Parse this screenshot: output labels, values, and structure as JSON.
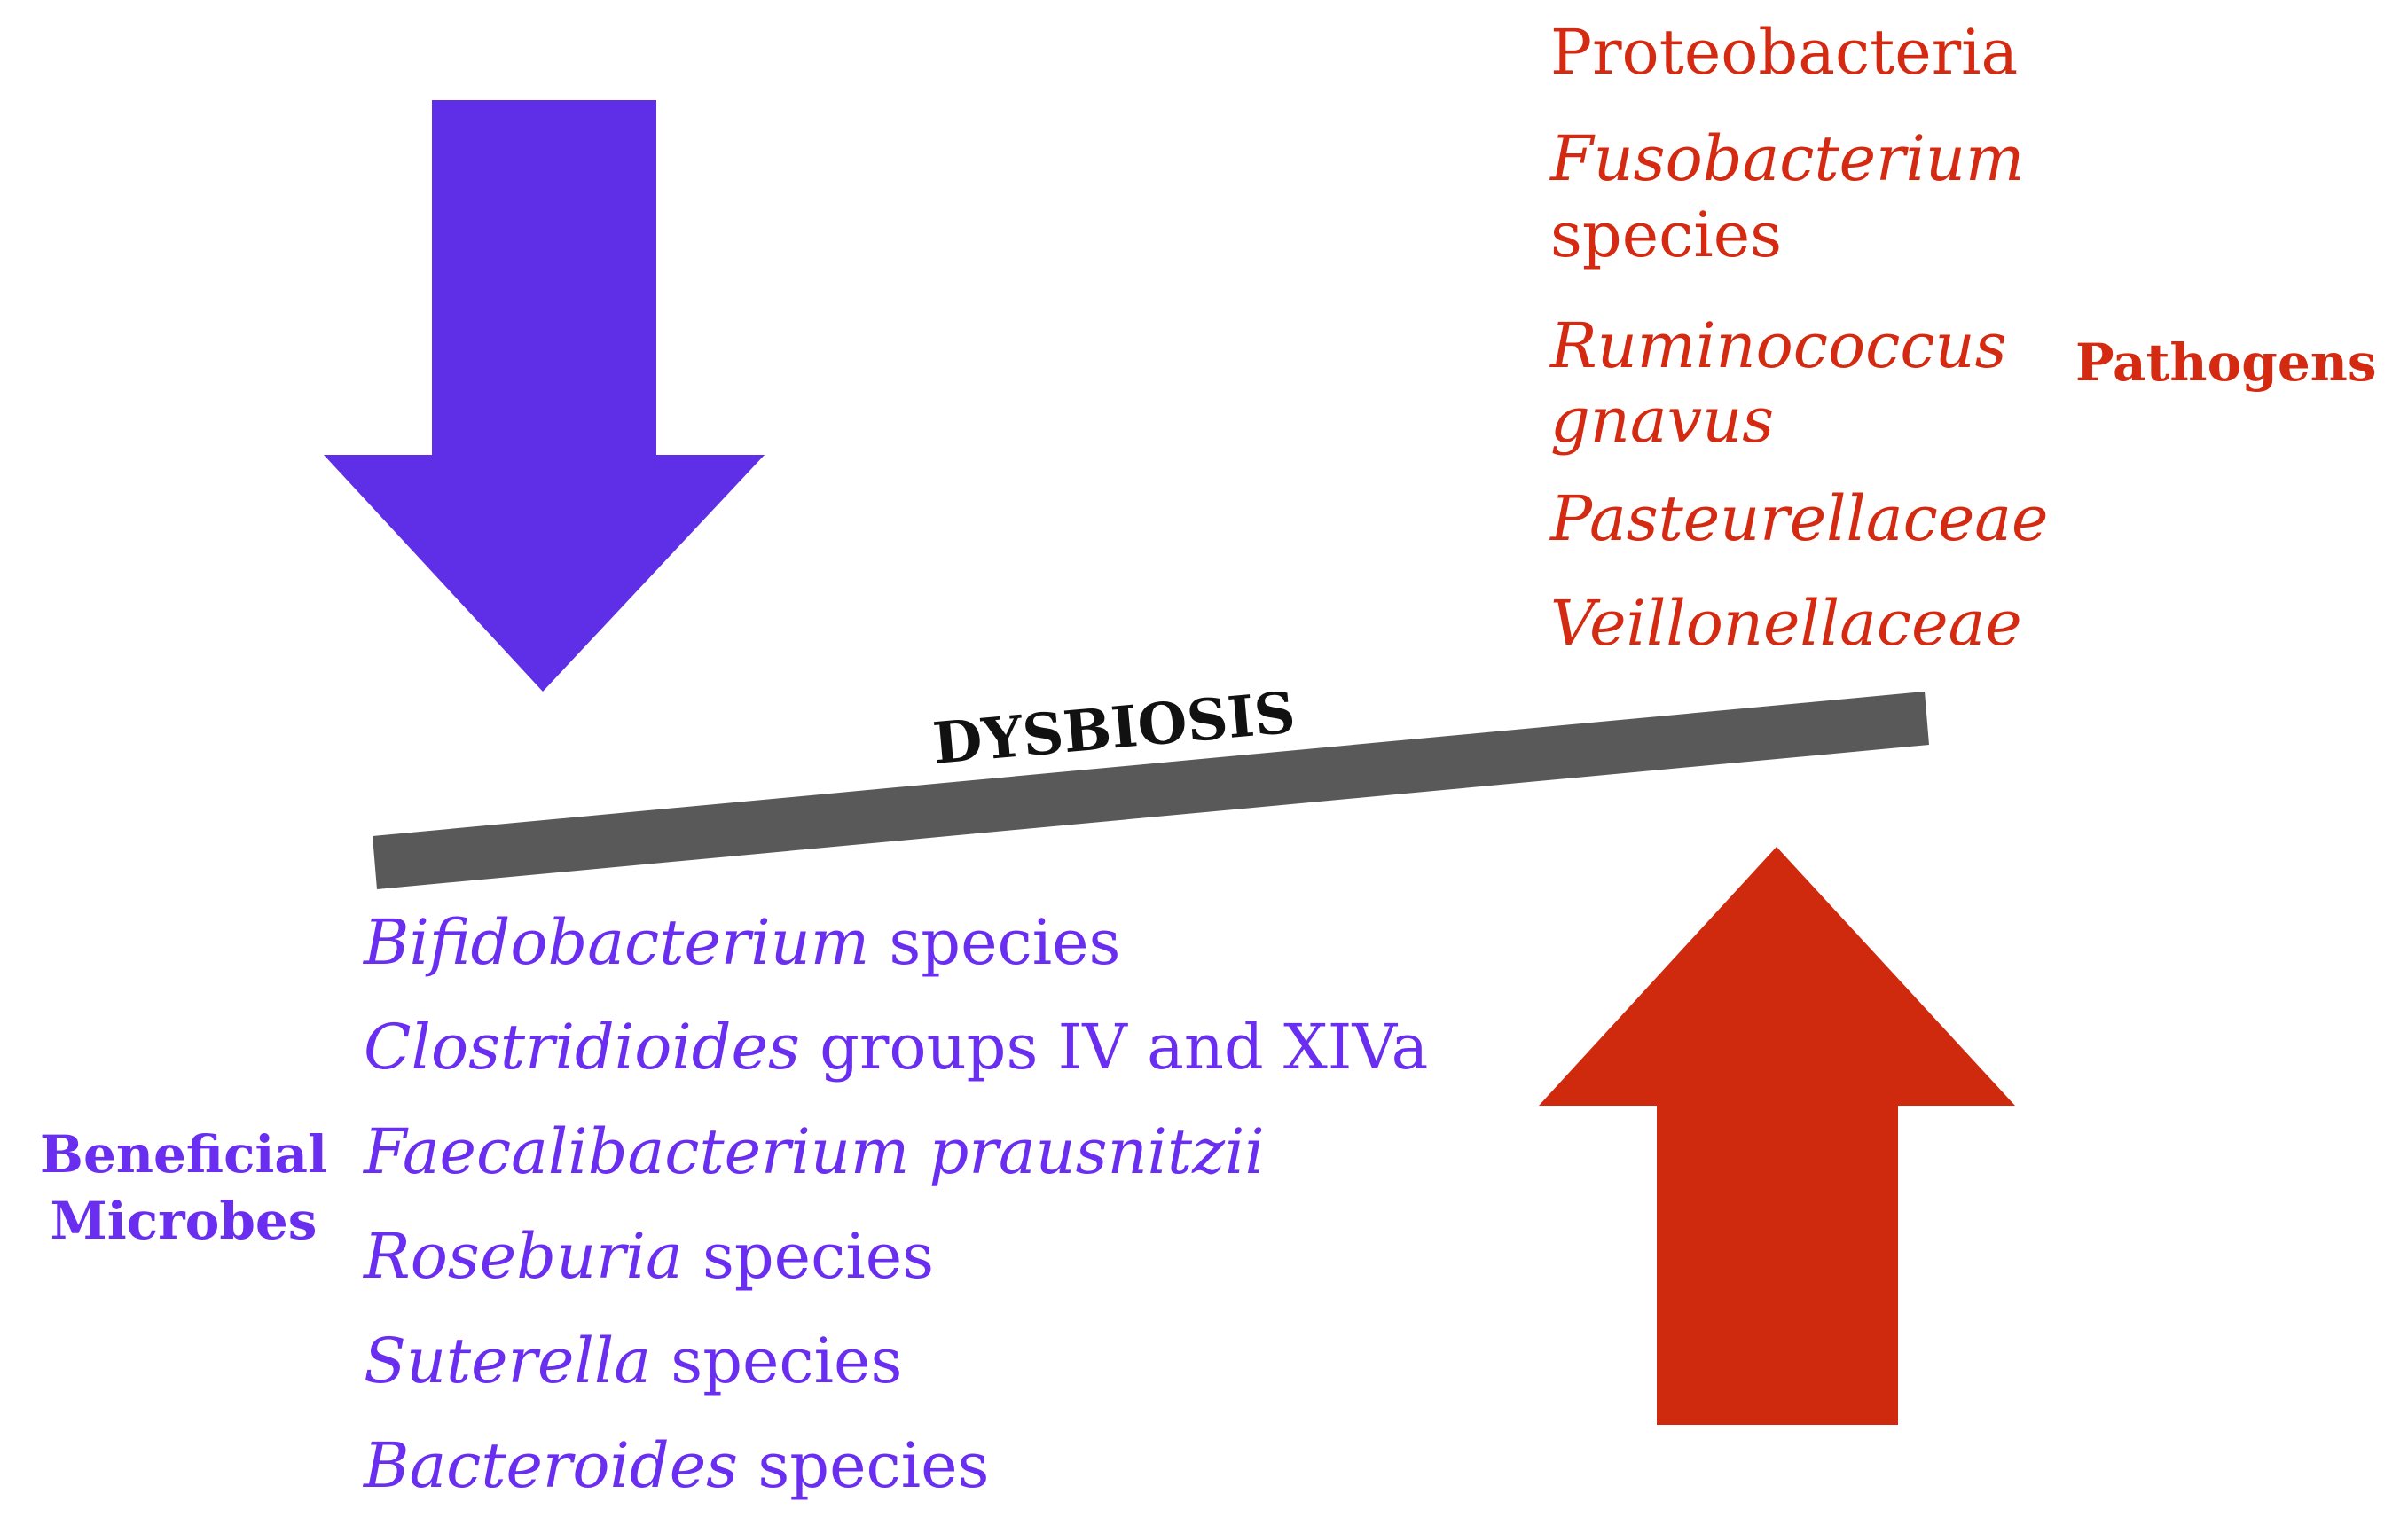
{
  "colors": {
    "beneficial": "#6a2ef0",
    "pathogen": "#d42a12",
    "down_arrow": "#5f2fe8",
    "up_arrow": "#d02a0e",
    "balance_bar": "#595959",
    "label_text": "#111111"
  },
  "balance": {
    "label": "DYSBIOSIS"
  },
  "pathogens": {
    "group_label": "Pathogens",
    "items": [
      {
        "italic": "",
        "plain": "Proteobacteria"
      },
      {
        "italic": "Fusobacterium",
        "plain": "species"
      },
      {
        "italic": "Ruminococcus gnavus",
        "plain": ""
      },
      {
        "italic": "Pasteurellaceae",
        "plain": ""
      },
      {
        "italic": "Veillonellaceae",
        "plain": ""
      }
    ]
  },
  "beneficial": {
    "group_label_line1": "Beneficial",
    "group_label_line2": "Microbes",
    "items": [
      {
        "italic": "Bifidobacterium",
        "plain": "species"
      },
      {
        "italic": "Clostridioides",
        "plain": "groups IV and XIVa"
      },
      {
        "italic": "Faecalibacterium prausnitzii",
        "plain": ""
      },
      {
        "italic": "Roseburia",
        "plain": "species"
      },
      {
        "italic": "Suterella",
        "plain": "species"
      },
      {
        "italic": "Bacteroides",
        "plain": "species"
      }
    ]
  }
}
